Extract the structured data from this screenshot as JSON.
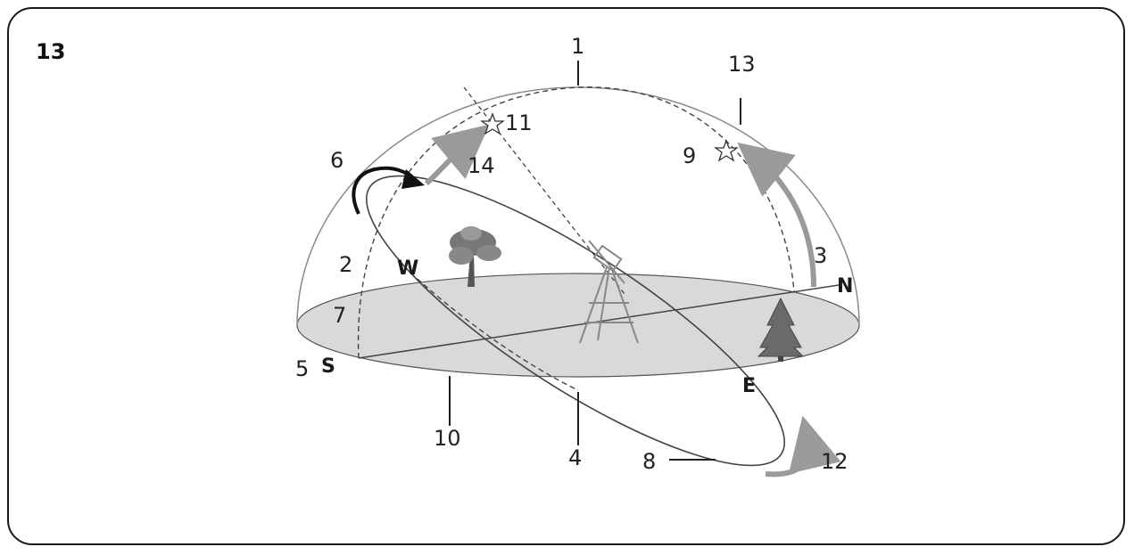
{
  "figure_number": "13",
  "labels": {
    "n1": "1",
    "n2": "2",
    "n3": "3",
    "n4": "4",
    "n5": "5",
    "n6": "6",
    "n7": "7",
    "n8": "8",
    "n9": "9",
    "n10": "10",
    "n11": "11",
    "n12": "12",
    "n13": "13",
    "n14": "14"
  },
  "directions": {
    "north": "N",
    "south": "S",
    "east": "E",
    "west": "W"
  },
  "colors": {
    "horizon_fill": "#d9d9d9",
    "arc_gray": "#9a9a9a",
    "line_dark": "#333333",
    "arrow_black": "#111111"
  }
}
